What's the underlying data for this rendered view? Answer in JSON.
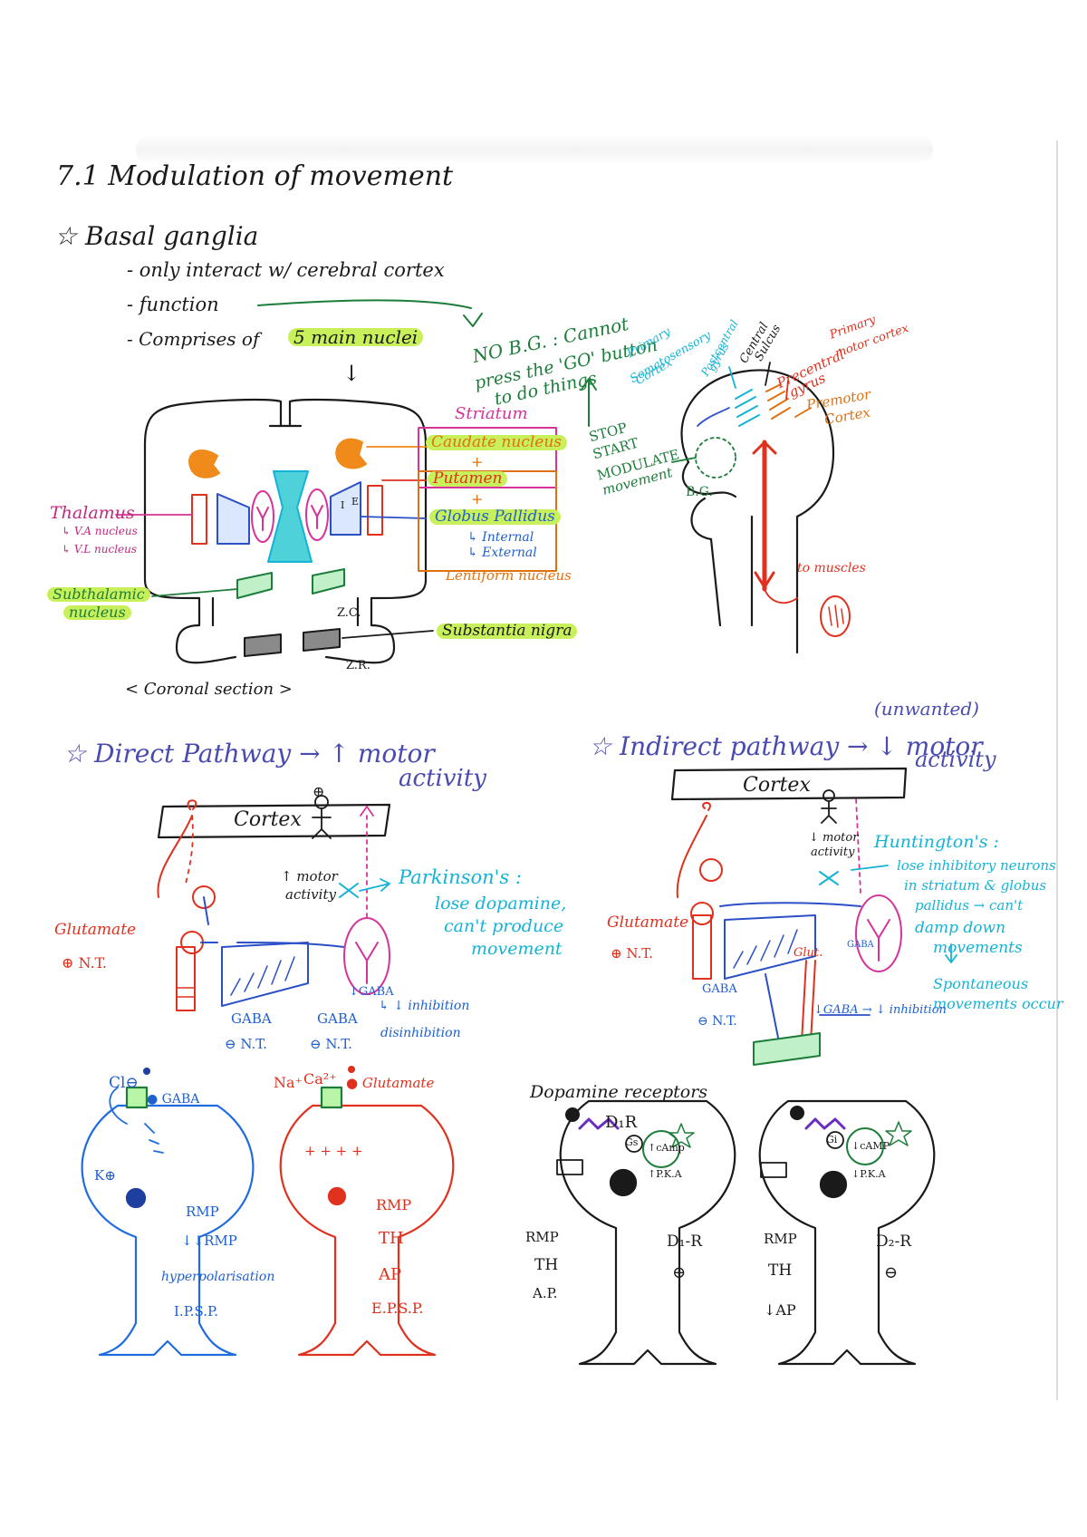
{
  "title": "7.1 Modulation of movement",
  "basal": {
    "heading": "☆ Basal ganglia",
    "bullet1": "- only interact w/ cerebral cortex",
    "bullet2": "- function",
    "bullet3_pre": "- Comprises of",
    "bullet3_hl": "5 main nuclei",
    "arrow_down": "↓",
    "no_bg_1": "NO B.G. : Cannot",
    "no_bg_2": "press the 'GO' button",
    "no_bg_3": "to do things"
  },
  "coronal": {
    "striatum": "Striatum",
    "caudate": "Caudate nucleus",
    "plus1": "+",
    "putamen": "Putamen",
    "plus2": "+",
    "globus": "Globus Pallidus",
    "internal": "↳ Internal",
    "external": "↳ External",
    "lentiform": "Lentiform nucleus",
    "thalamus": "Thalamus",
    "va": "↳ V.A nucleus",
    "vl": "↳ V.L nucleus",
    "subthal_1": "Subthalamic",
    "subthal_2": "nucleus",
    "substantia": "Substantia nigra",
    "zc": "Z.C.",
    "zr": "Z.R.",
    "i_label": "I",
    "e_label": "E",
    "caption": "< Coronal section >"
  },
  "brain": {
    "primary_somato_1": "Primary",
    "primary_somato_2": "Somatosensory",
    "primary_somato_3": "Cortex",
    "postcentral_1": "Postcentral",
    "postcentral_2": "gyrus",
    "central_1": "Central",
    "central_2": "Sulcus",
    "primary_motor_1": "Primary",
    "primary_motor_2": "motor cortex",
    "precentral_1": "Precentral",
    "precentral_2": "gyrus",
    "premotor_1": "Premotor",
    "premotor_2": "Cortex",
    "stop": "STOP",
    "start": "START",
    "modulate": "MODULATE",
    "movement": "movement",
    "bg": "B.G.",
    "to_muscles": "to muscles"
  },
  "direct": {
    "heading": "☆ Direct Pathway → ↑ motor",
    "heading2": "activity",
    "cortex": "Cortex",
    "plus_sign": "⊕",
    "motor_1": "↑ motor",
    "motor_2": "activity",
    "parkinson": "Parkinson's :",
    "park_1": "lose dopamine,",
    "park_2": "can't produce",
    "park_3": "movement",
    "glutamate": "Glutamate",
    "nt": "⊕ N.T.",
    "gaba1": "GABA",
    "nt_minus1": "⊖ N.T.",
    "gaba2": "GABA",
    "nt_minus2": "⊖ N.T.",
    "gaba3": "↓GABA",
    "inhibition": "↳ ↓ inhibition",
    "disinhibition": "disinhibition"
  },
  "indirect": {
    "unwanted": "(unwanted)",
    "heading": "☆ Indirect pathway → ↓ motor",
    "heading2": "activity",
    "cortex": "Cortex",
    "motor_1": "↓ motor",
    "motor_2": "activity",
    "huntington": "Huntington's :",
    "hunt_1": "lose inhibitory neurons",
    "hunt_2": "in striatum & globus",
    "hunt_3": "pallidus → can't",
    "hunt_4": "damp down",
    "hunt_5": "movements",
    "hunt_6": "Spontaneous",
    "hunt_7": "movements occur",
    "glutamate": "Glutamate",
    "nt": "⊕ N.T.",
    "gaba": "GABA",
    "nt_minus": "⊖ N.T.",
    "glut": "Glut.",
    "gaba_inhib": "↓GABA → ↓ inhibition",
    "gaba_small": "GABA"
  },
  "neurons": {
    "cl": "Cl⊖",
    "gaba": "● GABA",
    "k": "K⊕",
    "rmp": "RMP",
    "rmp2": "↓↓RMP",
    "hyper": "hyperpolarisation",
    "ipsp": "I.P.S.P.",
    "na": "Na⁺",
    "ca": "Ca²⁺",
    "glutamate": "● Glutamate",
    "plus_row": "+ + + +",
    "rmp_r": "RMP",
    "th": "TH",
    "ap": "AP",
    "epsp": "E.P.S.P."
  },
  "dopamine": {
    "heading": "Dopamine receptors",
    "d1r": "D₁R",
    "gs": "Gs",
    "camp_up": "↑cAmp",
    "pka_up": "↑P.K.A",
    "rmp": "RMP",
    "th": "TH",
    "ap": "A.P.",
    "d1_label": "D₁-R",
    "d1_sign": "⊕",
    "gi": "Gi",
    "camp_down": "↓cAMP",
    "pka_down": "↓P.K.A",
    "rmp2": "RMP",
    "th2": "TH",
    "ap2": "↓AP",
    "d2_label": "D₂-R",
    "d2_sign": "⊖"
  }
}
